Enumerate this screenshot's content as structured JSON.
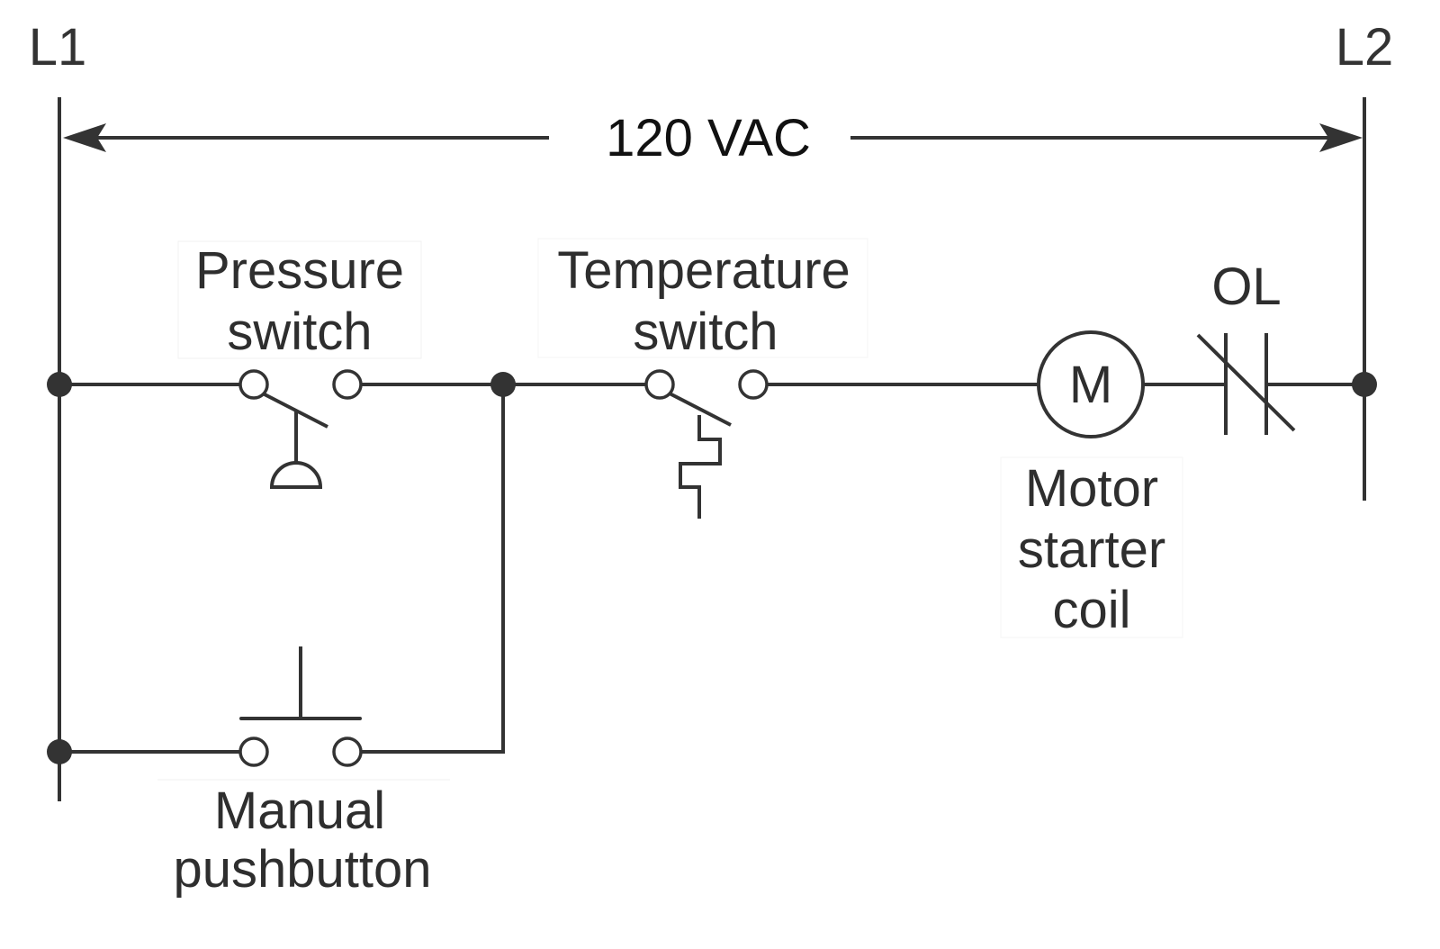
{
  "diagram": {
    "type": "ladder-diagram",
    "rails": {
      "left": "L1",
      "right": "L2"
    },
    "voltage_label": "120 VAC",
    "components": {
      "pressure_switch": {
        "line1": "Pressure",
        "line2": "switch",
        "type": "normally-open pressure switch"
      },
      "temperature_switch": {
        "line1": "Temperature",
        "line2": "switch",
        "type": "normally-open temperature switch"
      },
      "motor_coil": {
        "symbol": "M",
        "line1": "Motor",
        "line2": "starter",
        "line3": "coil",
        "type": "coil"
      },
      "overload": {
        "label": "OL",
        "type": "normally-closed overload contact"
      },
      "pushbutton": {
        "line1": "Manual",
        "line2": "pushbutton",
        "type": "normally-open pushbutton"
      }
    },
    "connections": [
      {
        "from": "L1",
        "to": "pressure_switch"
      },
      {
        "from": "pressure_switch",
        "to": "temperature_switch"
      },
      {
        "from": "temperature_switch",
        "to": "motor_coil"
      },
      {
        "from": "motor_coil",
        "to": "overload"
      },
      {
        "from": "overload",
        "to": "L2"
      },
      {
        "from": "L1",
        "to": "pushbutton",
        "note": "parallel branch"
      },
      {
        "from": "pushbutton",
        "to": "temperature_switch",
        "note": "joins at junction after pressure switch"
      }
    ],
    "colors": {
      "stroke": "#333333",
      "background": "#ffffff"
    }
  }
}
